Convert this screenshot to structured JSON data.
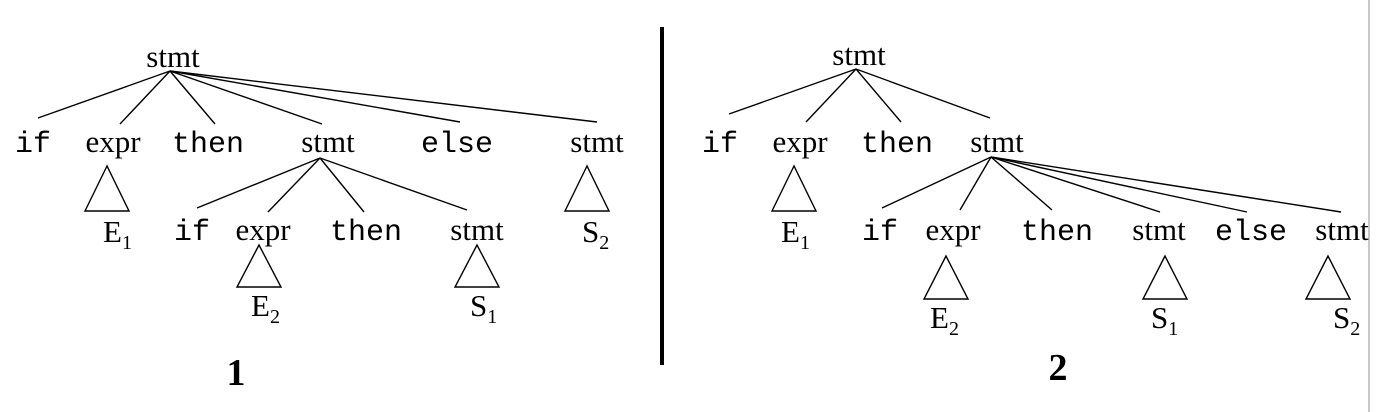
{
  "tree1": {
    "caption": "1",
    "root": "stmt",
    "children": [
      "if",
      "expr",
      "then",
      "stmt",
      "else",
      "stmt"
    ],
    "inner": {
      "children": [
        "if",
        "expr",
        "then",
        "stmt"
      ]
    },
    "leaves": {
      "E1": {
        "base": "E",
        "sub": "1"
      },
      "E2": {
        "base": "E",
        "sub": "2"
      },
      "S1": {
        "base": "S",
        "sub": "1"
      },
      "S2": {
        "base": "S",
        "sub": "2"
      }
    }
  },
  "tree2": {
    "caption": "2",
    "root": "stmt",
    "children": [
      "if",
      "expr",
      "then",
      "stmt"
    ],
    "inner": {
      "children": [
        "if",
        "expr",
        "then",
        "stmt",
        "else",
        "stmt"
      ]
    },
    "leaves": {
      "E1": {
        "base": "E",
        "sub": "1"
      },
      "E2": {
        "base": "E",
        "sub": "2"
      },
      "S1": {
        "base": "S",
        "sub": "1"
      },
      "S2": {
        "base": "S",
        "sub": "2"
      }
    }
  }
}
